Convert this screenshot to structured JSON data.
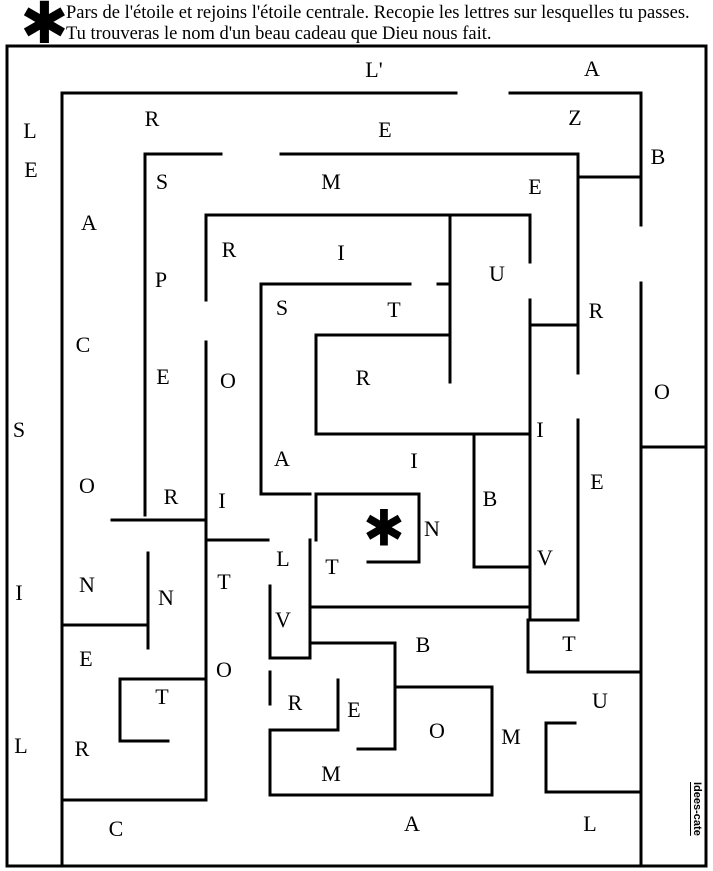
{
  "header": {
    "star_symbol": "✱",
    "instructions": "Pars de l'étoile et rejoins l'étoile centrale. Recopie les lettres sur lesquelles tu passes. Tu trouveras le nom d'un beau cadeau que Dieu nous fait."
  },
  "maze": {
    "center_star": "✱",
    "letters": [
      "L'",
      "A",
      "L",
      "E",
      "R",
      "E",
      "Z",
      "B",
      "S",
      "M",
      "E",
      "A",
      "R",
      "I",
      "U",
      "P",
      "S",
      "T",
      "R",
      "C",
      "E",
      "O",
      "R",
      "O",
      "S",
      "I",
      "A",
      "I",
      "E",
      "O",
      "R",
      "I",
      "B",
      "N",
      "N",
      "V",
      "L",
      "T",
      "T",
      "I",
      "N",
      "V",
      "T",
      "E",
      "B",
      "U",
      "O",
      "T",
      "R",
      "E",
      "O",
      "M",
      "L",
      "R",
      "M",
      "C",
      "A",
      "L"
    ],
    "watermark": "Idees-cate"
  }
}
